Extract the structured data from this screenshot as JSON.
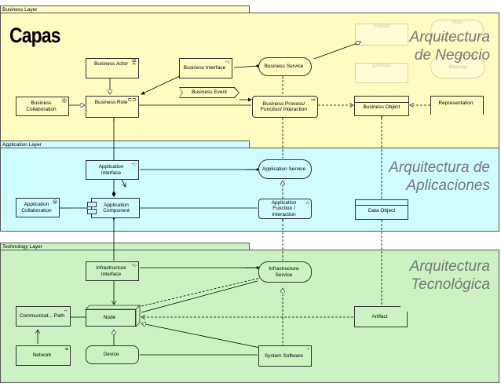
{
  "layers": {
    "business": "Business Layer",
    "application": "Application Layer",
    "technology": "Technology Layer"
  },
  "titles": {
    "capas": "Capas",
    "negocio_1": "Arquitectura",
    "negocio_2": "de Negocio",
    "aplicaciones_1": "Arquitectura de",
    "aplicaciones_2": "Aplicaciones",
    "tecnologica_1": "Arquitectura",
    "tecnologica_2": "Tecnológica"
  },
  "business": {
    "actor": "Business Actor",
    "interface": "Business Interface",
    "service": "Business Service",
    "collaboration": "Business Collaboration",
    "role": "Business Role",
    "event": "Business Event",
    "process": "Business Process/ Function/ Interaction",
    "object": "Business Object",
    "representation": "Representation",
    "ghost_product": "Product",
    "ghost_contract": "Contract",
    "ghost_meaning": "Meaning",
    "ghost_value": "Value"
  },
  "application": {
    "interface": "Application Interface",
    "service": "Application Service",
    "collaboration": "Application Collaboration",
    "component": "Application Component",
    "function": "Application Function / Interaction",
    "data_object": "Data Object"
  },
  "technology": {
    "infra_interface": "Infrastructure Interface",
    "infra_service": "Infrastructure Service",
    "comm_path": "Communicat... Path",
    "node": "Node",
    "artifact": "Artifact",
    "network": "Network",
    "device": "Device",
    "system_software": "System Software"
  },
  "colors": {
    "business": "#fffcc2",
    "application": "#cffcff",
    "technology": "#ccf2c4",
    "title_gray": "#777777"
  }
}
